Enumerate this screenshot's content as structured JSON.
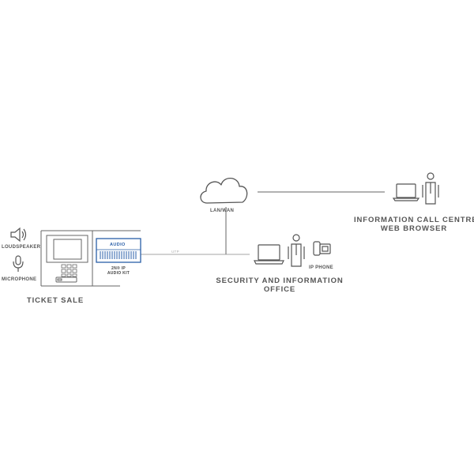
{
  "labels": {
    "lan_wan": "LAN/WAN",
    "utp": "UTP",
    "loudspeaker": "LOUDSPEAKER",
    "microphone": "MICROPHONE",
    "audio": "AUDIO",
    "audio_kit_line1": "2N® IP",
    "audio_kit_line2": "AUDIO KIT",
    "ticket_sale": "TICKET SALE",
    "security_line1": "SECURITY AND INFORMATION",
    "security_line2": "OFFICE",
    "ip_phone": "IP PHONE",
    "call_centre_line1": "INFORMATION CALL CENTRE",
    "call_centre_line2": "WEB BROWSER"
  },
  "colors": {
    "line": "#555555",
    "accent_blue": "#2a5fa8",
    "link_gray": "#999999"
  },
  "icons": [
    "cloud-icon",
    "laptop-icon",
    "person-icon",
    "ip-phone-icon",
    "loudspeaker-icon",
    "microphone-icon",
    "ticket-booth-icon",
    "audio-kit-icon"
  ]
}
